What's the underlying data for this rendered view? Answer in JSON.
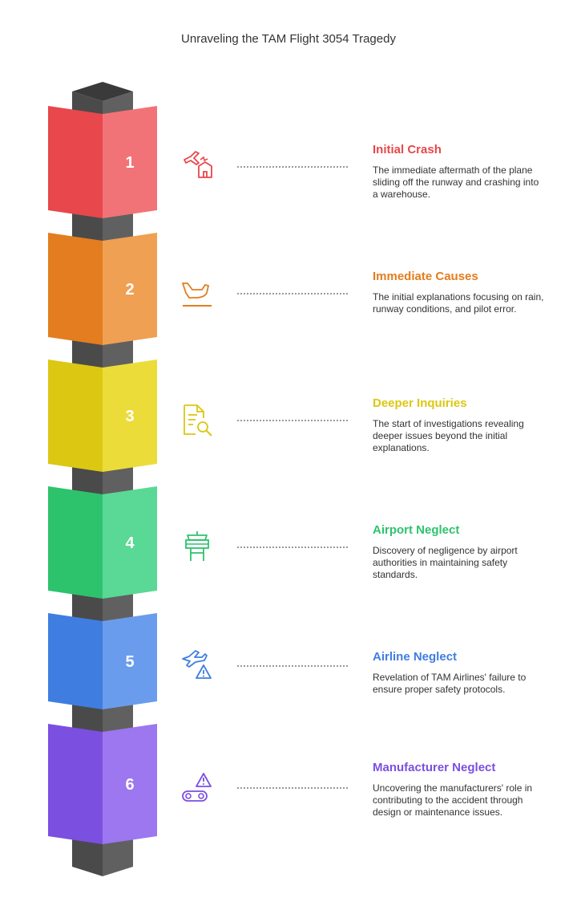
{
  "title": "Unraveling the TAM Flight 3054 Tragedy",
  "steps": [
    {
      "number": "1",
      "title": "Initial Crash",
      "description": "The immediate aftermath of the plane sliding off the runway and crashing into a warehouse.",
      "color": "#e8474b",
      "side_color": "#f27377",
      "icon": "plane-crash-icon"
    },
    {
      "number": "2",
      "title": "Immediate Causes",
      "description": "The initial explanations focusing on rain, runway conditions, and pilot error.",
      "color": "#e37d1f",
      "side_color": "#f0a052",
      "icon": "plane-landing-icon"
    },
    {
      "number": "3",
      "title": "Deeper Inquiries",
      "description": "The start of investigations revealing deeper issues beyond the initial explanations.",
      "color": "#dcc712",
      "side_color": "#ecdc3a",
      "icon": "document-search-icon"
    },
    {
      "number": "4",
      "title": "Airport Neglect",
      "description": "Discovery of negligence by airport authorities in maintaining safety standards.",
      "color": "#2dc36d",
      "side_color": "#5ad895",
      "icon": "control-tower-icon"
    },
    {
      "number": "5",
      "title": "Airline Neglect",
      "description": "Revelation of TAM Airlines' failure to ensure proper safety protocols.",
      "color": "#3f7ee0",
      "side_color": "#6a9ced",
      "icon": "plane-warning-icon"
    },
    {
      "number": "6",
      "title": "Manufacturer Neglect",
      "description": "Uncovering the manufacturers' role in contributing to the accident through design or maintenance issues.",
      "color": "#7b4fe0",
      "side_color": "#9c77ef",
      "icon": "machine-warning-icon"
    }
  ],
  "colors": {
    "pillar_front": "#4a4a4a",
    "pillar_side": "#606060",
    "pillar_top": "#3a3a3a",
    "connector": "#9a9a9a"
  }
}
